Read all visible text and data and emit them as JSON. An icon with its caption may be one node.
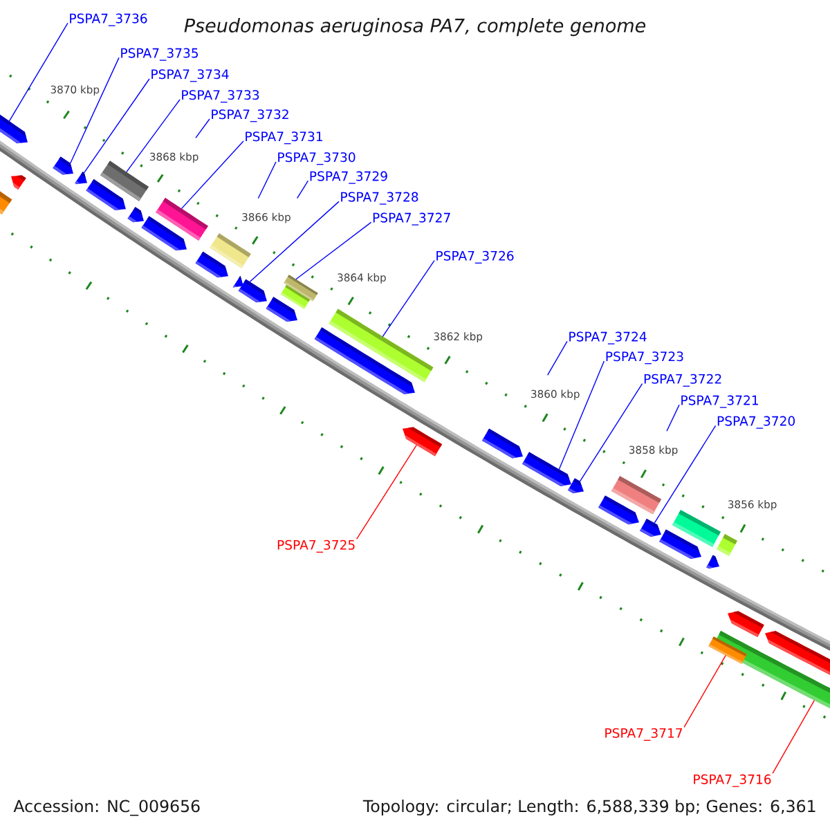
{
  "diagram": {
    "title": "Pseudomonas aeruginosa PA7, complete genome",
    "nodes": [
      {
        "text": [
          "PSPA7_3736"
        ]
      },
      {
        "text": [
          "PSPA7_3735"
        ]
      },
      {
        "text": [
          "PSPA7_3734"
        ]
      },
      {
        "text": [
          "PSPA7_3733"
        ]
      },
      {
        "text": [
          "PSPA7_3732"
        ]
      },
      {
        "text": [
          "PSPA7_3731"
        ]
      },
      {
        "text": [
          "PSPA7_3730"
        ]
      },
      {
        "text": [
          "PSPA7_3729"
        ]
      },
      {
        "text": [
          "PSPA7_3728"
        ]
      },
      {
        "text": [
          "PSPA7_3727"
        ]
      },
      {
        "text": [
          "PSPA7_3726"
        ]
      },
      {
        "text": [
          "PSPA7_3724"
        ]
      },
      {
        "text": [
          "PSPA7_3723"
        ]
      },
      {
        "text": [
          "PSPA7_3722"
        ]
      },
      {
        "text": [
          "PSPA7_3721"
        ]
      },
      {
        "text": [
          "PSPA7_3720"
        ]
      },
      {
        "text": [
          "PSPA7_3725"
        ]
      },
      {
        "text": [
          "PSPA7_3717"
        ]
      },
      {
        "text": [
          "PSPA7_3716"
        ]
      },
      {
        "text": [],
        "shape": "arrow"
      },
      {
        "text": [],
        "shape": "bar"
      },
      {
        "text": [],
        "shape": "arrow"
      },
      {
        "text": [],
        "shape": "arrow"
      },
      {
        "text": [],
        "shape": "arrow"
      },
      {
        "text": [],
        "shape": "arrow"
      },
      {
        "text": [],
        "shape": "bar"
      },
      {
        "text": [],
        "shape": "arrow"
      },
      {
        "text": [],
        "shape": "arrow"
      },
      {
        "text": [],
        "shape": "bar"
      },
      {
        "text": [],
        "shape": "arrow"
      },
      {
        "text": [],
        "shape": "bar"
      },
      {
        "text": [],
        "shape": "arrow"
      },
      {
        "text": [],
        "shape": "arrow"
      },
      {
        "text": [],
        "shape": "arrow"
      },
      {
        "text": [],
        "shape": "bar"
      },
      {
        "text": [],
        "shape": "bar"
      },
      {
        "text": [],
        "shape": "arrow"
      },
      {
        "text": [],
        "shape": "bar"
      },
      {
        "text": [],
        "shape": "arrow"
      },
      {
        "text": [],
        "shape": "arrow"
      },
      {
        "text": [],
        "shape": "arrow"
      },
      {
        "text": [],
        "shape": "arrow"
      },
      {
        "text": [],
        "shape": "arrow"
      },
      {
        "text": [],
        "shape": "bar"
      },
      {
        "text": [],
        "shape": "arrow"
      },
      {
        "text": [],
        "shape": "arrow"
      },
      {
        "text": [],
        "shape": "bar"
      },
      {
        "text": [],
        "shape": "arrow"
      },
      {
        "text": [],
        "shape": "bar"
      },
      {
        "text": [],
        "shape": "bar"
      },
      {
        "text": [],
        "shape": "bar"
      },
      {
        "text": [],
        "shape": "arrow"
      },
      {
        "text": [],
        "shape": "arrow"
      }
    ],
    "edges": [
      {
        "from": 0,
        "to": 19,
        "arrow": "none"
      },
      {
        "from": 1,
        "to": 22,
        "arrow": "none"
      },
      {
        "from": 2,
        "to": 23,
        "arrow": "none"
      },
      {
        "from": 3,
        "to": 25,
        "arrow": "none"
      },
      {
        "from": 4,
        "to": null,
        "arrow": "none"
      },
      {
        "from": 5,
        "to": 28,
        "arrow": "none"
      },
      {
        "from": 6,
        "to": null,
        "arrow": "none"
      },
      {
        "from": 7,
        "to": null,
        "arrow": "none"
      },
      {
        "from": 8,
        "to": 32,
        "arrow": "none"
      },
      {
        "from": 9,
        "to": 35,
        "arrow": "none"
      },
      {
        "from": 10,
        "to": 37,
        "arrow": "none"
      },
      {
        "from": 11,
        "to": null,
        "arrow": "none"
      },
      {
        "from": 12,
        "to": 40,
        "arrow": "none"
      },
      {
        "from": 13,
        "to": 41,
        "arrow": "none"
      },
      {
        "from": 14,
        "to": null,
        "arrow": "none"
      },
      {
        "from": 15,
        "to": 44,
        "arrow": "none"
      },
      {
        "from": 16,
        "to": 38,
        "arrow": "none",
        "color": "#ff0000"
      },
      {
        "from": 17,
        "to": 49,
        "arrow": "none",
        "color": "#ff0000"
      },
      {
        "from": 18,
        "to": 48,
        "arrow": "none",
        "color": "#ff0000"
      }
    ],
    "labels": [
      "3870 kbp",
      "3868 kbp",
      "3866 kbp",
      "3864 kbp",
      "3862 kbp",
      "3860 kbp",
      "3858 kbp",
      "3856 kbp",
      "Accession: NC_009656",
      "Topology: circular; Length: 6,588,339 bp; Genes: 6,361"
    ]
  }
}
